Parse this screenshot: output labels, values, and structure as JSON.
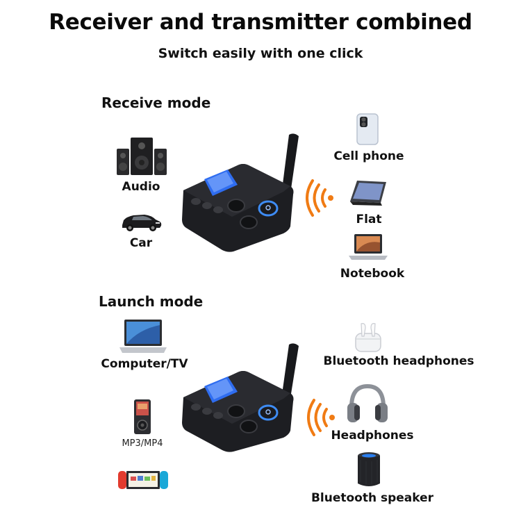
{
  "header": {
    "title": "Receiver and transmitter combined",
    "subtitle": "Switch easily with one click"
  },
  "receive_mode": {
    "heading": "Receive mode",
    "sources": [
      {
        "label": "Audio",
        "icon": "speaker-system-icon"
      },
      {
        "label": "Car",
        "icon": "car-icon"
      }
    ],
    "devices": [
      {
        "label": "Cell phone",
        "icon": "cell-phone-icon"
      },
      {
        "label": "Flat",
        "icon": "tablet-icon"
      },
      {
        "label": "Notebook",
        "icon": "laptop-icon"
      }
    ]
  },
  "launch_mode": {
    "heading": "Launch mode",
    "sources": [
      {
        "label": "Computer/TV",
        "icon": "laptop-icon"
      },
      {
        "label": "MP3/MP4",
        "icon": "mp3-player-icon"
      },
      {
        "label": "",
        "icon": "game-console-icon"
      }
    ],
    "devices": [
      {
        "label": "Bluetooth headphones",
        "icon": "earbuds-icon"
      },
      {
        "label": "Headphones",
        "icon": "headphones-icon"
      },
      {
        "label": "Bluetooth speaker",
        "icon": "bluetooth-speaker-icon"
      }
    ]
  },
  "colors": {
    "signal": "#f07b14",
    "device_body": "#1d1e22",
    "screen": "#2f6df0",
    "ring": "#3e8cf5"
  }
}
